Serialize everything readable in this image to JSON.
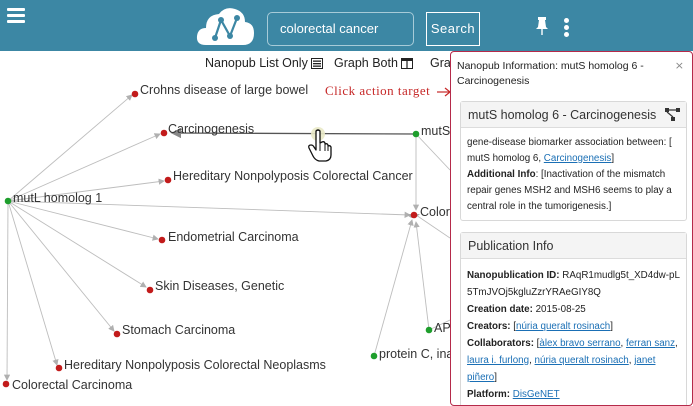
{
  "header": {
    "search_value": "colorectal cancer",
    "search_button": "Search"
  },
  "toolbar": {
    "nanopub_list_only": "Nanopub List Only",
    "graph_both": "Graph Both",
    "graph_partial": "Gra"
  },
  "annotation": "Click action target",
  "graph": {
    "nodes": {
      "crohns": "Crohns disease of large bowel",
      "carcinogenesis": "Carcinogenesis",
      "mutS": "mutS",
      "hnpcc": "Hereditary Nonpolyposis Colorectal Cancer",
      "mutL": "mutL homolog 1",
      "colorectal_partial": "Color",
      "endometrial": "Endometrial Carcinoma",
      "skin": "Skin Diseases, Genetic",
      "stomach": "Stomach Carcinoma",
      "ap": "AP",
      "protein_c": "protein C, ina",
      "hnpcn": "Hereditary Nonpolyposis Colorectal Neoplasms",
      "colorectal_carcinoma": "Colorectal Carcinoma"
    }
  },
  "panel": {
    "title": "Nanopub Information: mutS homolog 6 - Carcinogenesis",
    "close": "×",
    "card1": {
      "heading": "mutS homolog 6 - Carcinogenesis",
      "assoc_prefix": "gene-disease biomarker association between: [ mutS homolog 6,",
      "assoc_link": "Carcinogenesis",
      "assoc_suffix": "]",
      "additional_label": "Additional Info",
      "additional_text": ": [Inactivation of the mismatch repair genes MSH2 and MSH6 seems to play a central role in the tumorigenesis.]"
    },
    "card2": {
      "heading": "Publication Info",
      "id_label": "Nanopublication ID:",
      "id_value": "RAqR1mudlg5t_XD4dw-pL5TmJVOj5kgluZzrYRAeGIY8Q",
      "date_label": "Creation date:",
      "date_value": "2015-08-25",
      "creators_label": "Creators:",
      "creators_value": "núria queralt rosinach",
      "collab_label": "Collaborators:",
      "collab_1": "àlex bravo serrano",
      "collab_2": "ferran sanz",
      "collab_3": "laura i. furlong",
      "collab_4": "núria queralt rosinach",
      "collab_5": "janet piñero",
      "platform_label": "Platform:",
      "platform_value": "DisGeNET"
    }
  },
  "colors": {
    "topbar": "#3c87a4",
    "gene_node": "#1e9e2c",
    "disease_node": "#c21b1b",
    "panel_border": "#b52a4a",
    "link": "#1a6fb5",
    "annotation": "#c62828"
  }
}
